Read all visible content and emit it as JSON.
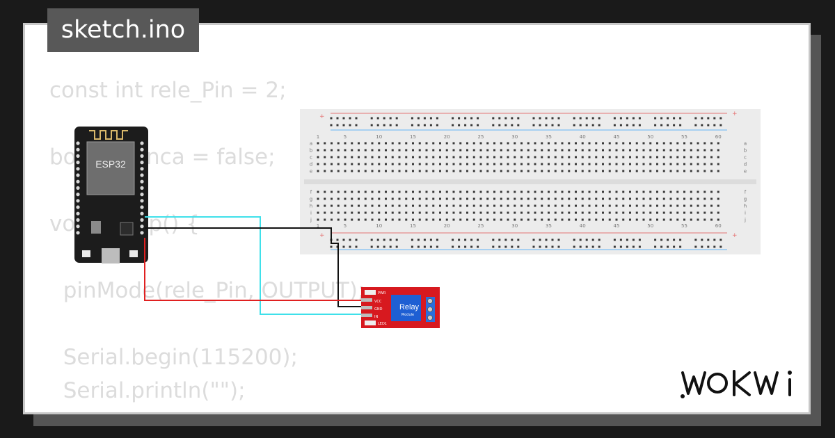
{
  "tab": {
    "title": "sketch.ino"
  },
  "code": {
    "lines": [
      "const int rele_Pin = 2;",
      "",
      "bool arranca = false;",
      "",
      "void setup() {",
      "",
      "  pinMode(rele_Pin, OUTPUT);",
      "",
      "  Serial.begin(115200);",
      "  Serial.println(\"\");",
      "}"
    ]
  },
  "esp32": {
    "label": "ESP32"
  },
  "relay": {
    "title": "Relay",
    "subtitle": "Module",
    "pins": [
      "VCC",
      "GND",
      "IN"
    ],
    "led_pwr": "PWR",
    "led_1": "LED1"
  },
  "breadboard": {
    "column_numbers": [
      "1",
      "5",
      "10",
      "15",
      "20",
      "25",
      "30",
      "35",
      "40",
      "45",
      "50",
      "55",
      "60"
    ],
    "rows_top": [
      "a",
      "b",
      "c",
      "d",
      "e"
    ],
    "rows_bottom": [
      "f",
      "g",
      "h",
      "i",
      "j"
    ],
    "rail_plus": "+",
    "rail_minus": "-"
  },
  "wires": {
    "colors": {
      "cyan": "#3fe0ea",
      "black": "#111111",
      "red": "#e02020"
    }
  },
  "logo": {
    "text": "WOKWi"
  }
}
